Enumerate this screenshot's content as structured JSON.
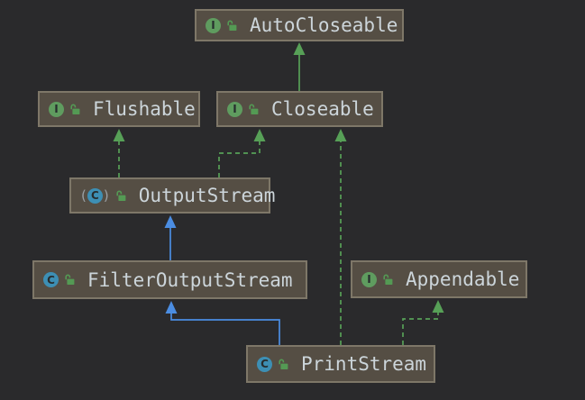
{
  "diagram": {
    "kind": "uml-class-diagram",
    "nodes": [
      {
        "id": "autocloseable",
        "label": "AutoCloseable",
        "type": "interface",
        "icon_glyph": "I"
      },
      {
        "id": "flushable",
        "label": "Flushable",
        "type": "interface",
        "icon_glyph": "I"
      },
      {
        "id": "closeable",
        "label": "Closeable",
        "type": "interface",
        "icon_glyph": "I"
      },
      {
        "id": "outputstream",
        "label": "OutputStream",
        "type": "abstract-class",
        "icon_glyph": "C"
      },
      {
        "id": "filteroutputstream",
        "label": "FilterOutputStream",
        "type": "class",
        "icon_glyph": "C"
      },
      {
        "id": "appendable",
        "label": "Appendable",
        "type": "interface",
        "icon_glyph": "I"
      },
      {
        "id": "printstream",
        "label": "PrintStream",
        "type": "class",
        "icon_glyph": "C"
      }
    ],
    "edges": [
      {
        "from": "Closeable",
        "to": "AutoCloseable",
        "relation": "extends",
        "style": "solid-green"
      },
      {
        "from": "OutputStream",
        "to": "Flushable",
        "relation": "implements",
        "style": "dashed-green"
      },
      {
        "from": "OutputStream",
        "to": "Closeable",
        "relation": "implements",
        "style": "dashed-green"
      },
      {
        "from": "FilterOutputStream",
        "to": "OutputStream",
        "relation": "extends",
        "style": "solid-blue"
      },
      {
        "from": "PrintStream",
        "to": "FilterOutputStream",
        "relation": "extends",
        "style": "solid-blue"
      },
      {
        "from": "PrintStream",
        "to": "Closeable",
        "relation": "implements",
        "style": "dashed-green"
      },
      {
        "from": "PrintStream",
        "to": "Appendable",
        "relation": "implements",
        "style": "dashed-green"
      }
    ]
  },
  "icons": {
    "abstract_paren_open": "(",
    "abstract_paren_close": ")",
    "modifier_icon": "unlocked-padlock"
  },
  "colors": {
    "background": "#2a2a2c",
    "node_fill": "#554e44",
    "node_border": "#7e7768",
    "node_text": "#ccd5da",
    "interface_icon_green": "#5f9c5f",
    "class_icon_blue": "#3d8fb4",
    "modifier_green": "#549a54",
    "extends_arrow_blue": "#4b8de2",
    "interface_arrow_green": "#57a057",
    "abstract_paren_gray": "#9aa0a4"
  }
}
